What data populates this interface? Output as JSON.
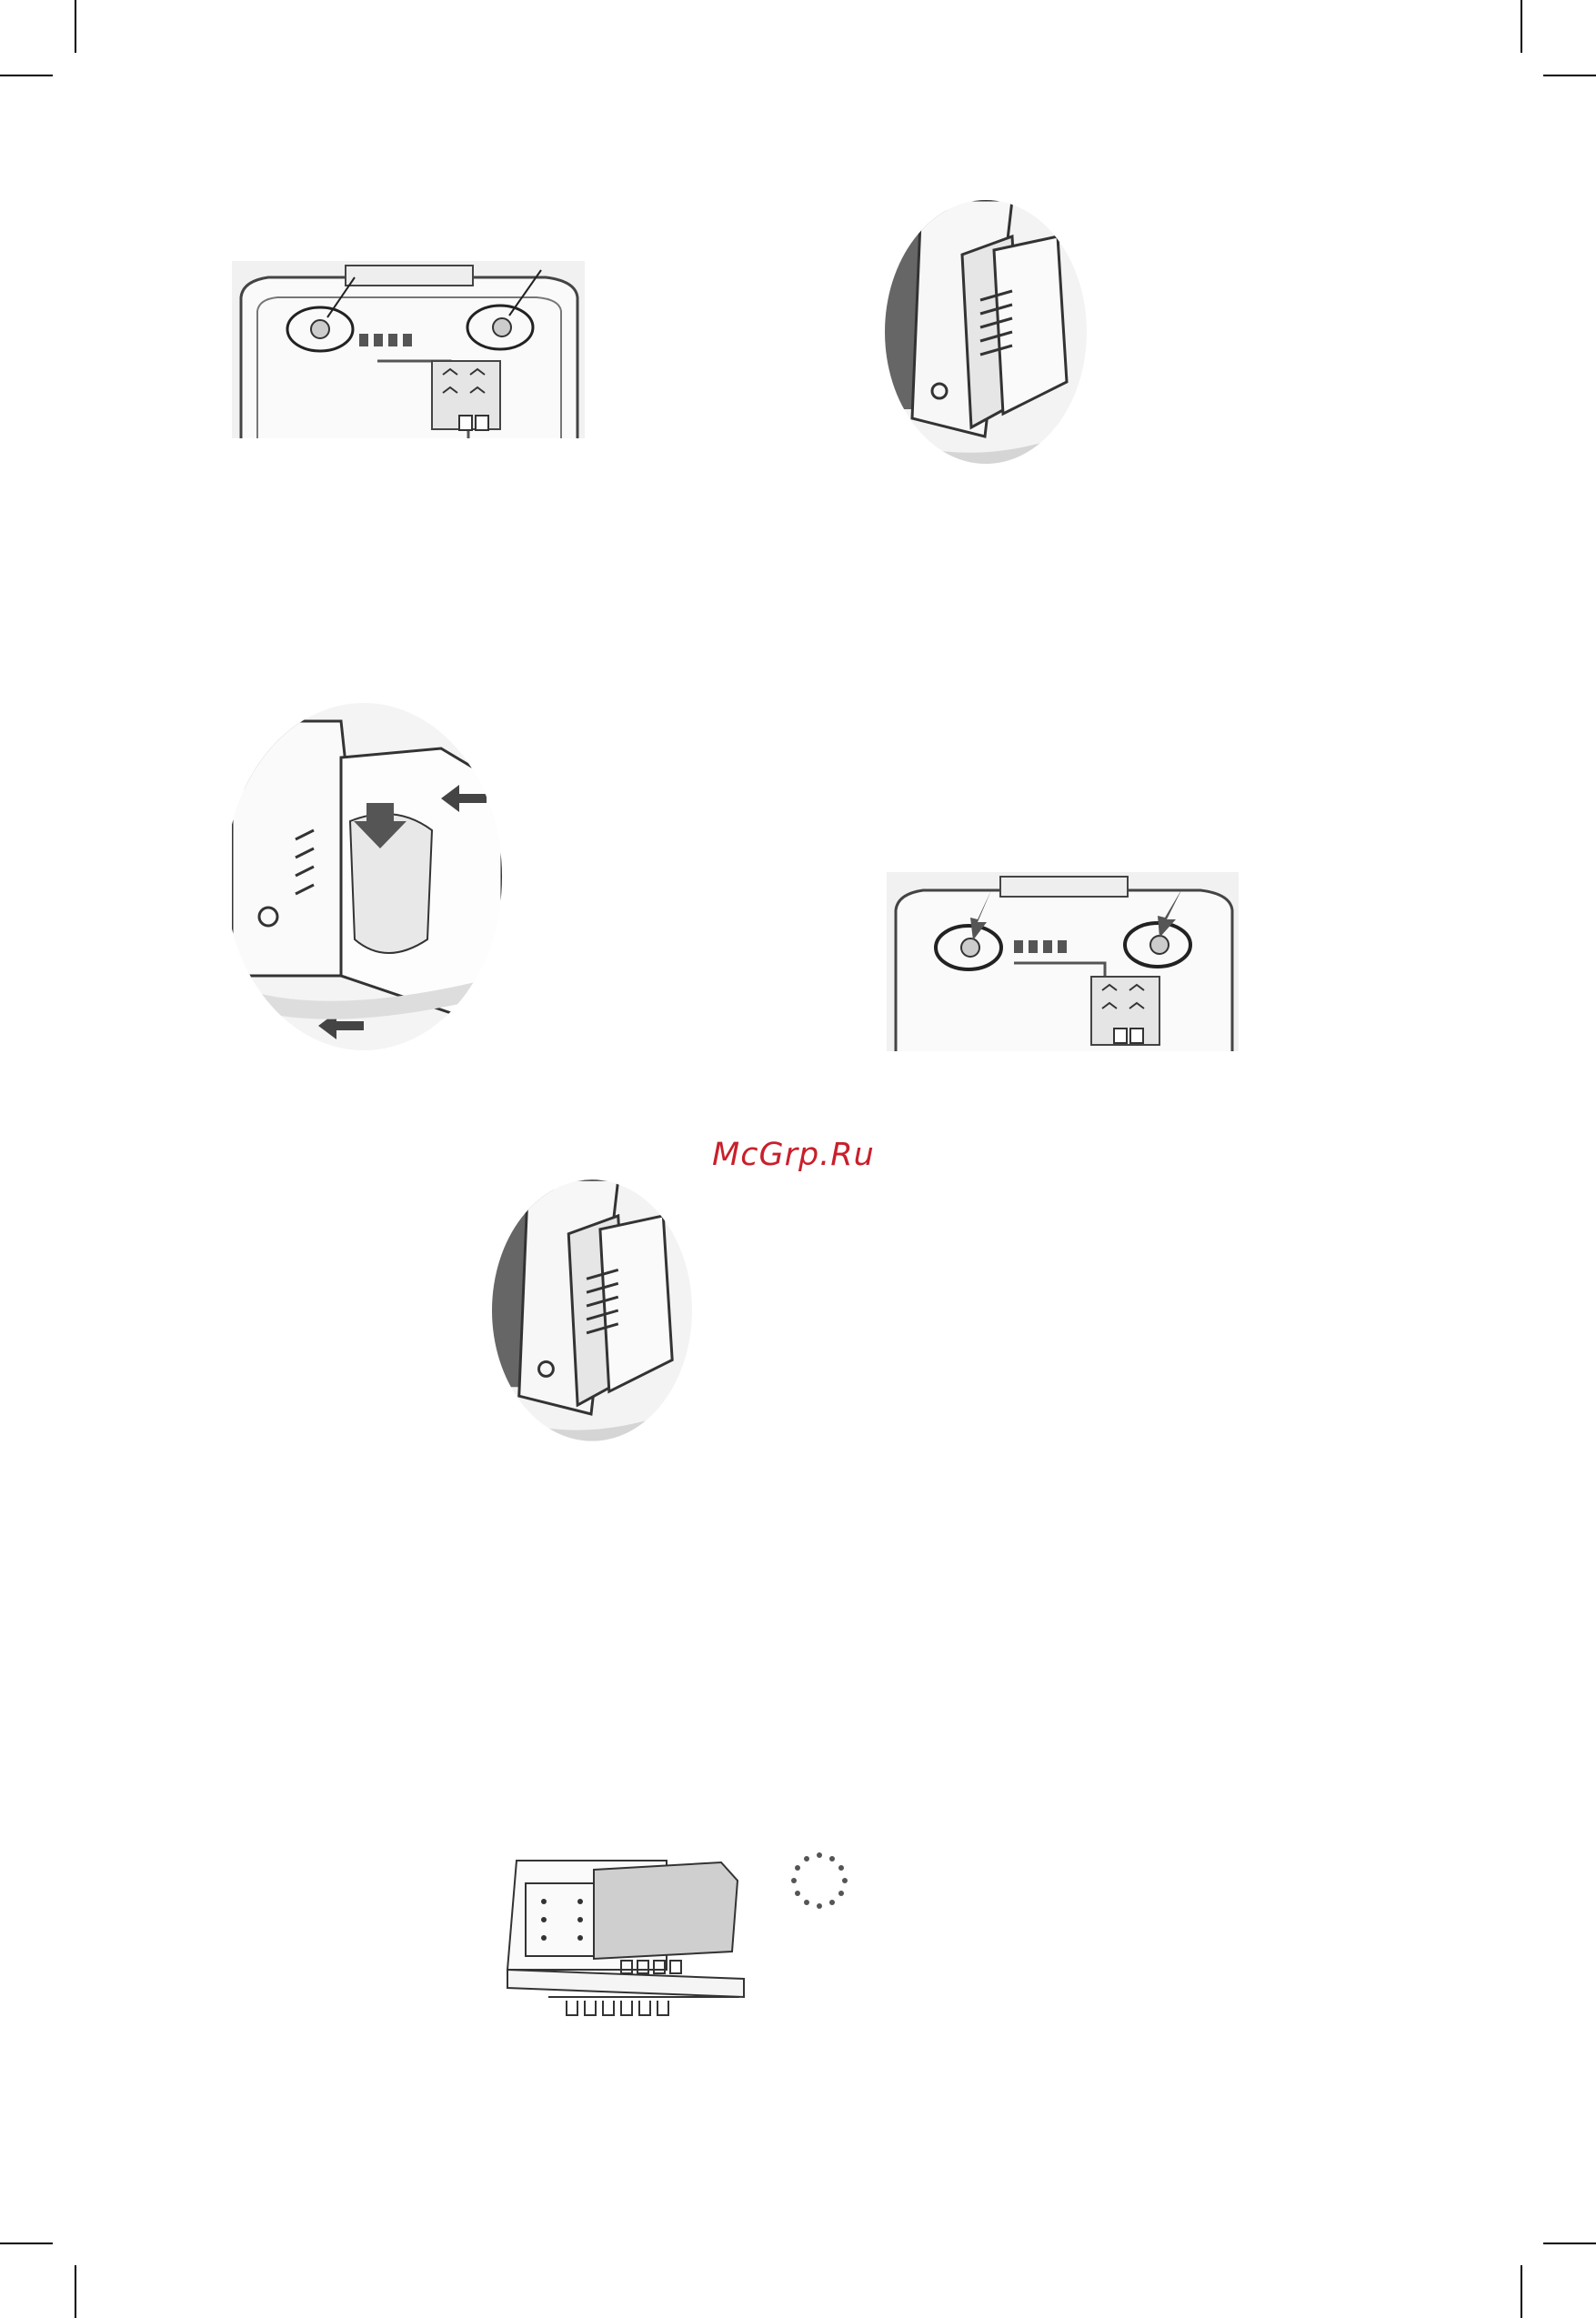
{
  "watermark": {
    "text": "McGrp.Ru",
    "color": "#c8202b"
  },
  "figures": [
    {
      "name": "battery-bay-top-view",
      "icon": "phone-back-screws-figure"
    },
    {
      "name": "sim-slot-closeup",
      "icon": "sim-slot-figure"
    },
    {
      "name": "cover-slide-installation",
      "icon": "cover-slide-figure"
    },
    {
      "name": "battery-bay-screws-marked",
      "icon": "phone-back-screws-figure"
    },
    {
      "name": "sim-slot-closeup-lower",
      "icon": "sim-slot-figure"
    },
    {
      "name": "sim-card-insertion",
      "icon": "sim-card-insert-figure"
    },
    {
      "name": "dotted-circle-marker",
      "icon": "dotted-circle-icon"
    }
  ]
}
